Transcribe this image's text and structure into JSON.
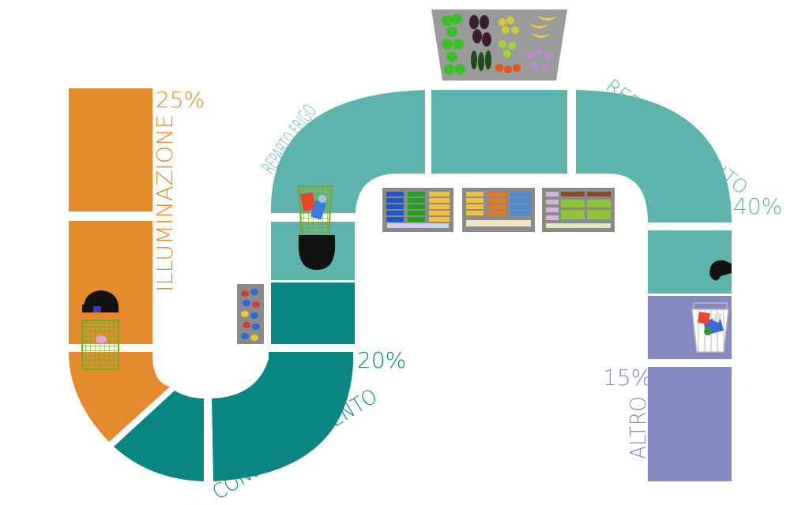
{
  "segments": [
    {
      "label": "ILLUMINAZIONE",
      "percent": "25%",
      "color": "#e48a2c"
    },
    {
      "label": "CONDIZIONAMENTO",
      "percent": "20%",
      "color": "#0a857f"
    },
    {
      "label": "REPARTO FRIGO",
      "percent": "",
      "color": "#5fb3ad"
    },
    {
      "label": "REFRIGERAMENTO",
      "percent": "40%",
      "color": "#5fb3ad"
    },
    {
      "label": "ALTRO",
      "percent": "15%",
      "color": "#8489c2"
    }
  ],
  "icons": {
    "shopper_1": "shopper-with-cart-icon",
    "shopper_2": "shopper-with-cart-icon",
    "shopper_3": "shopper-with-basket-icon",
    "produce_display": "fruit-vegetable-display-icon",
    "fridge_shelves": "refrigerated-shelf-icon",
    "bin_shelf": "product-bin-icon"
  }
}
